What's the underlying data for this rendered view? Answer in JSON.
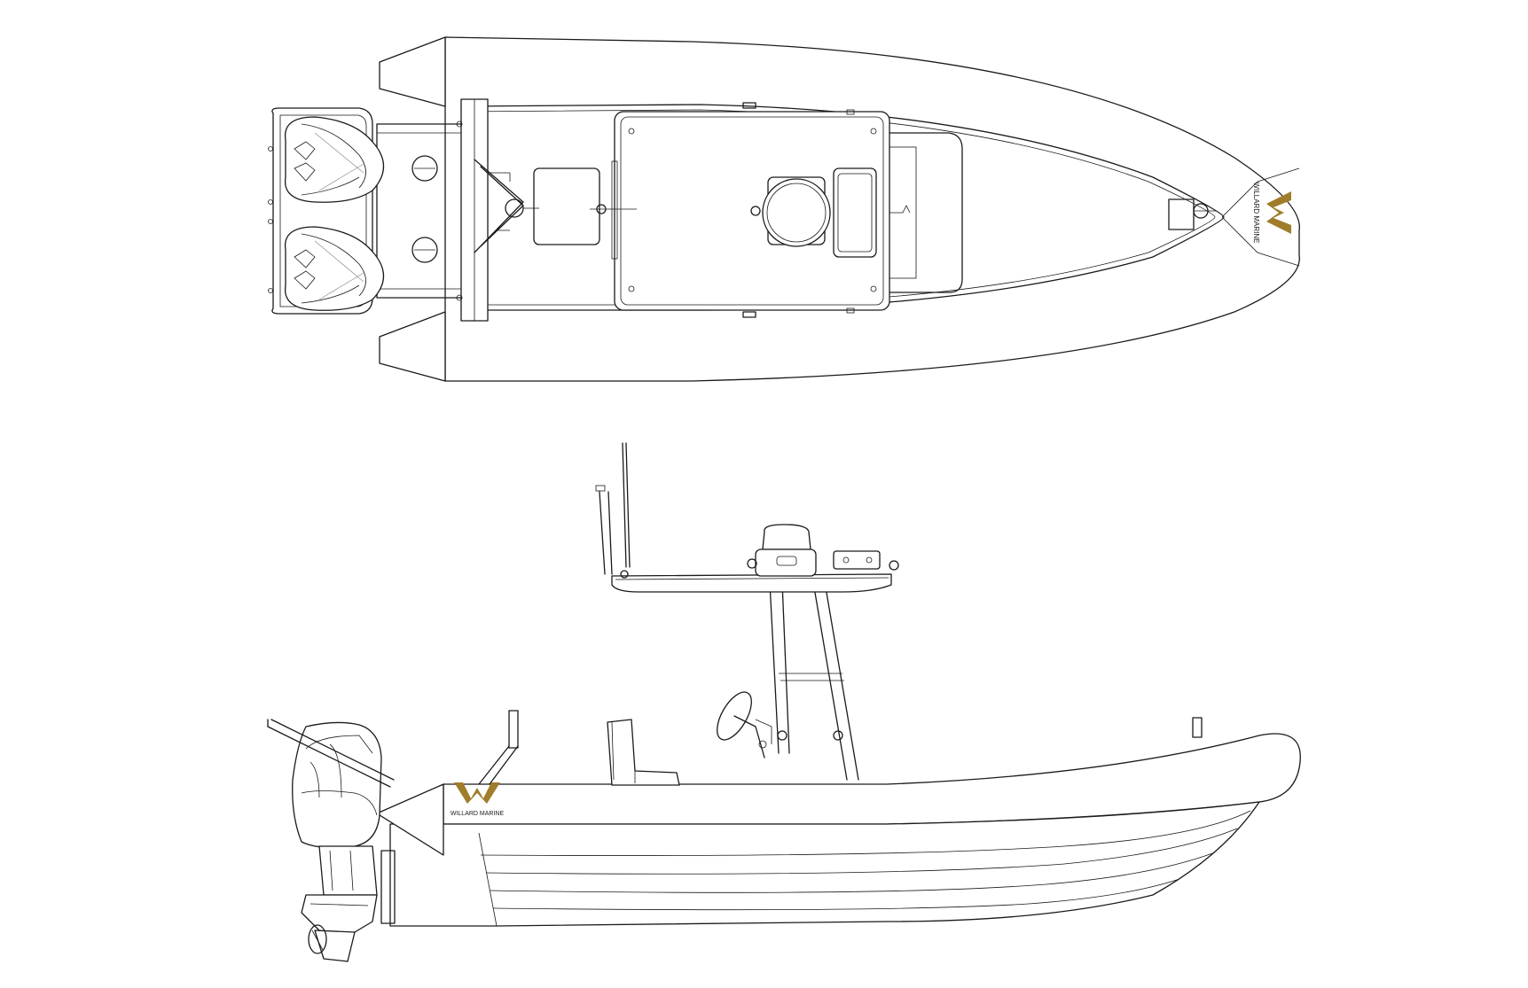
{
  "brand": {
    "logo_text_top_view": "WILLARD MARINE",
    "logo_text_profile_view": "WILLARD MARINE",
    "logo_color": "#a07d2a"
  },
  "views": [
    "top-view",
    "profile-view"
  ]
}
